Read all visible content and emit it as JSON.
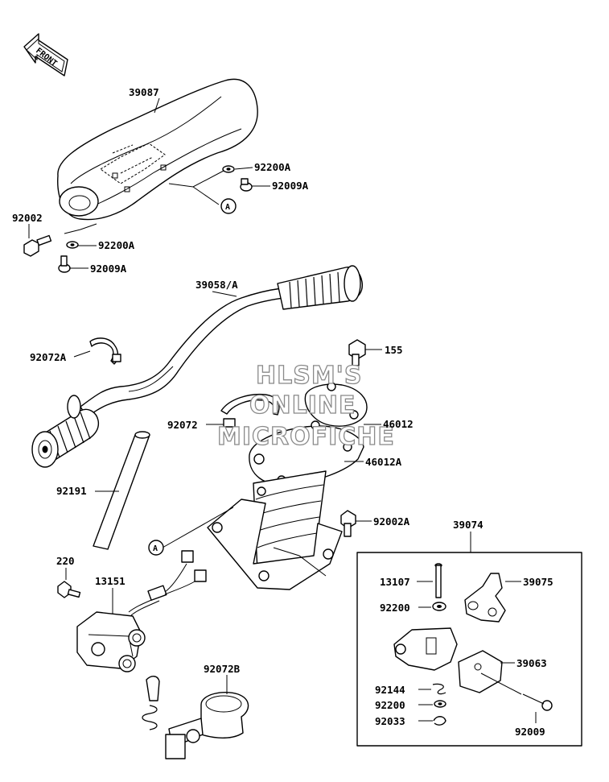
{
  "orientation": {
    "label": "FRONT",
    "icon": "front-arrow-icon"
  },
  "watermark": {
    "lines": [
      "HLSM'S",
      "ONLINE",
      "MICROFICHE"
    ]
  },
  "callouts": [
    {
      "id": "c1",
      "text": "A"
    },
    {
      "id": "c2",
      "text": "A"
    }
  ],
  "parts": [
    {
      "id": "p39087",
      "number": "39087",
      "name": "handle-cover"
    },
    {
      "id": "p92200A_1",
      "number": "92200A",
      "name": "washer"
    },
    {
      "id": "p92009A_1",
      "number": "92009A",
      "name": "screw"
    },
    {
      "id": "p92002",
      "number": "92002",
      "name": "bolt"
    },
    {
      "id": "p92200A_2",
      "number": "92200A",
      "name": "washer"
    },
    {
      "id": "p92009A_2",
      "number": "92009A",
      "name": "screw"
    },
    {
      "id": "p39058A",
      "number": "39058/A",
      "name": "handlebar"
    },
    {
      "id": "p92072A",
      "number": "92072A",
      "name": "band"
    },
    {
      "id": "p155",
      "number": "155",
      "name": "bolt"
    },
    {
      "id": "p92072",
      "number": "92072",
      "name": "band"
    },
    {
      "id": "p46012",
      "number": "46012",
      "name": "holder"
    },
    {
      "id": "p46012A",
      "number": "46012A",
      "name": "holder"
    },
    {
      "id": "p92191",
      "number": "92191",
      "name": "tube"
    },
    {
      "id": "p92002A",
      "number": "92002A",
      "name": "bolt"
    },
    {
      "id": "p39074",
      "number": "39074",
      "name": "lever-assembly"
    },
    {
      "id": "p220",
      "number": "220",
      "name": "screw"
    },
    {
      "id": "p13151",
      "number": "13151",
      "name": "switch"
    },
    {
      "id": "p13107",
      "number": "13107",
      "name": "pin"
    },
    {
      "id": "p39075",
      "number": "39075",
      "name": "lever"
    },
    {
      "id": "p92200_1",
      "number": "92200",
      "name": "washer"
    },
    {
      "id": "p39063",
      "number": "39063",
      "name": "cover"
    },
    {
      "id": "p92072B",
      "number": "92072B",
      "name": "band"
    },
    {
      "id": "p92144",
      "number": "92144",
      "name": "spring"
    },
    {
      "id": "p92200_2",
      "number": "92200",
      "name": "washer"
    },
    {
      "id": "p92033",
      "number": "92033",
      "name": "ring"
    },
    {
      "id": "p92009",
      "number": "92009",
      "name": "screw"
    }
  ]
}
